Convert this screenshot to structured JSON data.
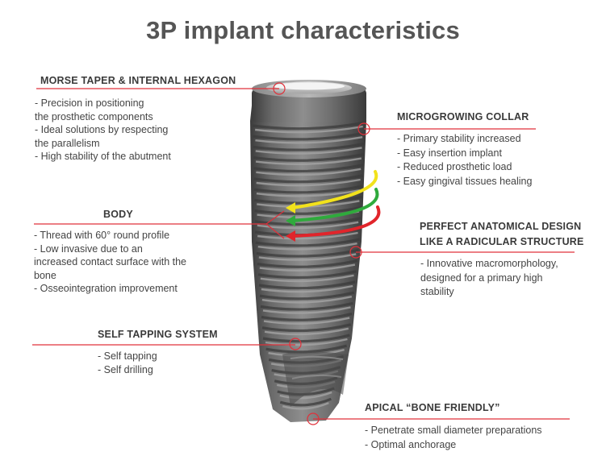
{
  "title": "3P implant characteristics",
  "sections": {
    "morse_taper": {
      "heading": "MORSE TAPER &  INTERNAL HEXAGON",
      "items": [
        "- Precision in positioning",
        "the prosthetic  components",
        "- Ideal solutions by respecting",
        "the parallelism",
        "- High stability of the abutment"
      ]
    },
    "body": {
      "heading": "BODY",
      "items": [
        "- Thread with 60° round profile",
        "- Low invasive due to an",
        "increased contact surface with the",
        "bone",
        "- Osseointegration improvement"
      ]
    },
    "self_tapping": {
      "heading": "SELF TAPPING SYSTEM",
      "items": [
        "- Self tapping",
        "- Self drilling"
      ]
    },
    "microgrowing": {
      "heading": "MICROGROWING COLLAR",
      "items": [
        "- Primary stability increased",
        "- Easy insertion implant",
        "- Reduced prosthetic load",
        "- Easy gingival tissues healing"
      ]
    },
    "anatomical": {
      "heading_lines": [
        "PERFECT ANATOMICAL DESIGN",
        "LIKE A RADICULAR STRUCTURE"
      ],
      "items": [
        "- Innovative macromorphology,",
        "designed for a primary high",
        "stability"
      ]
    },
    "apical": {
      "heading": "APICAL “BONE FRIENDLY”",
      "items": [
        "- Penetrate small diameter preparations",
        "- Optimal anchorage"
      ]
    }
  },
  "colors": {
    "leader_line": "#e0303a",
    "arrow_yellow": "#f2e21c",
    "arrow_green": "#2faa3c",
    "arrow_red": "#e1252b",
    "implant_metal": "#6e6e6e"
  }
}
